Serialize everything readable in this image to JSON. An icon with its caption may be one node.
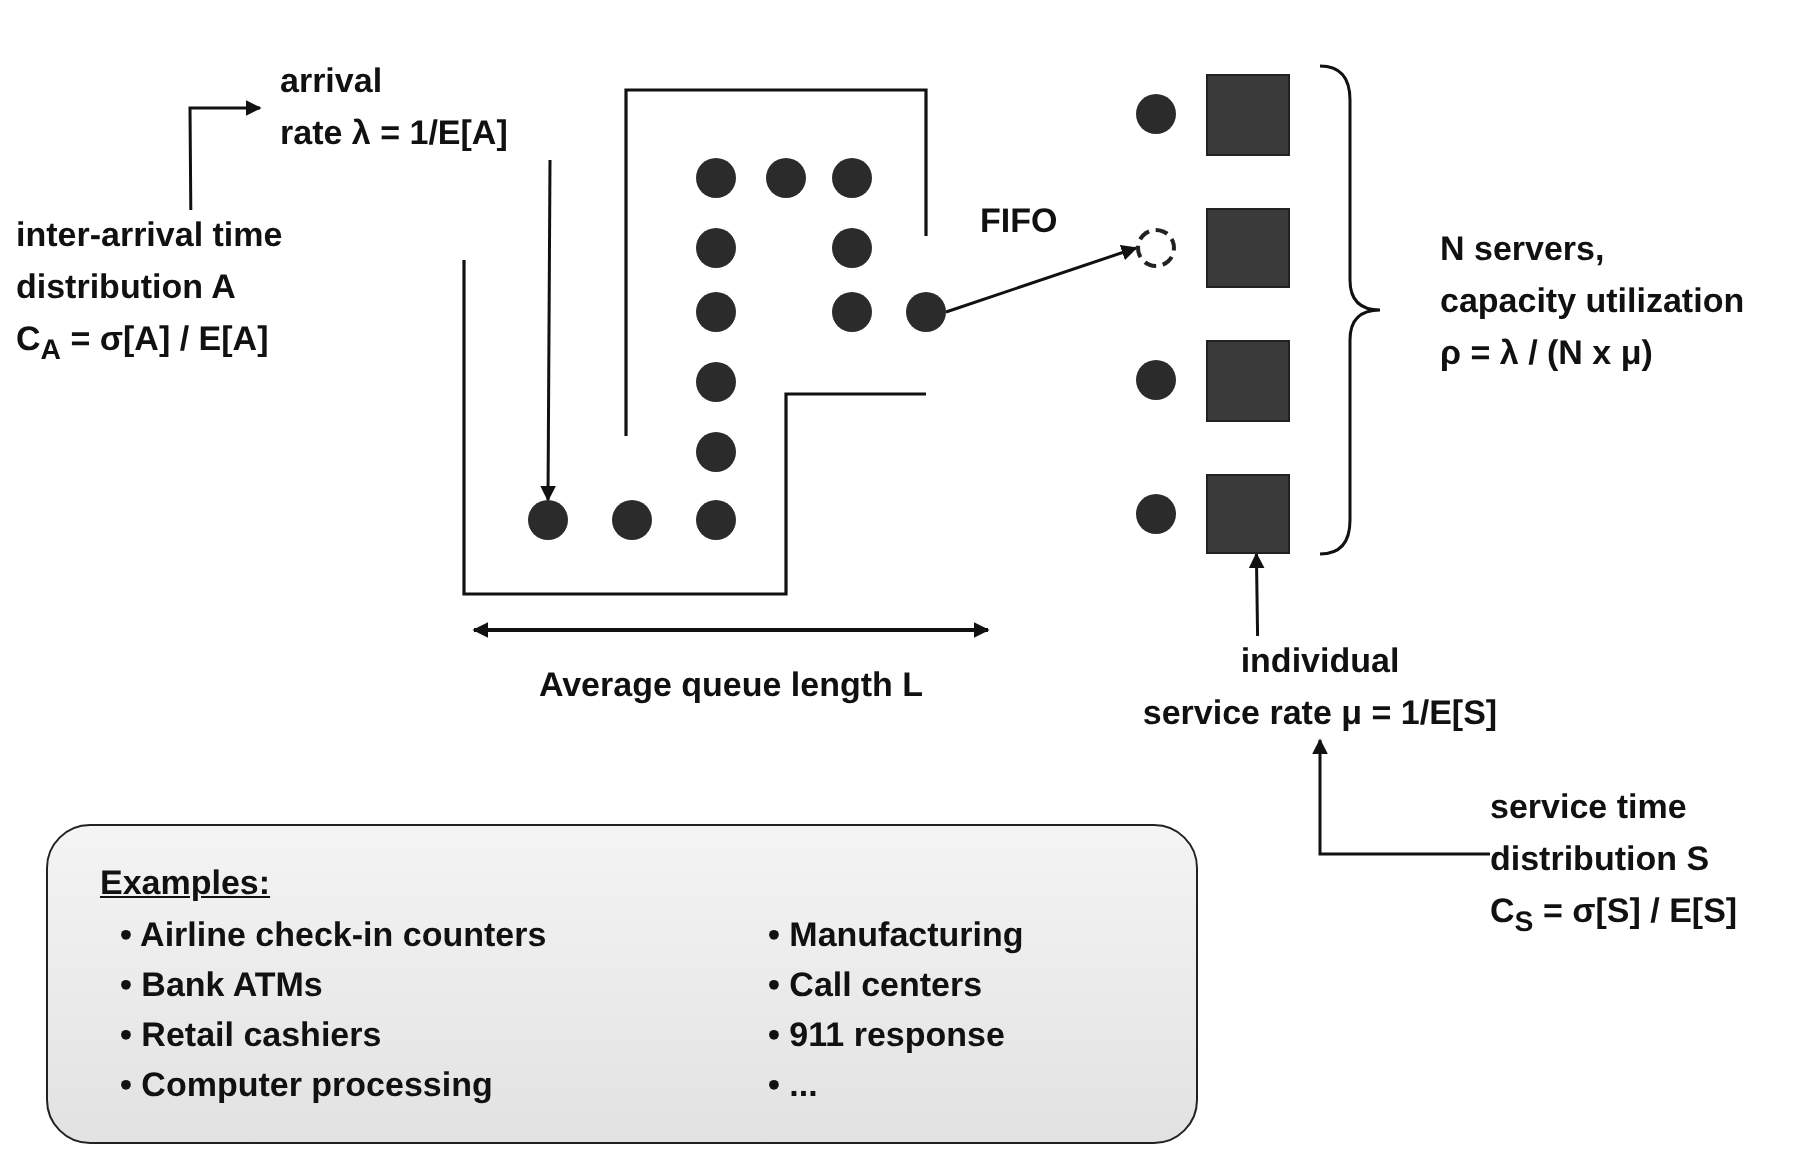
{
  "diagram": {
    "nodes": [
      {
        "text": [
          "inter-arrival time distribution A C$_{A}$ = σ[A] / E[A]"
        ]
      },
      {
        "text": [
          "arrival rate λ = 1/E[A]"
        ]
      },
      {
        "text": [],
        "shape": "circle"
      },
      {
        "text": [],
        "shape": "circle"
      },
      {
        "text": [],
        "shape": "box"
      },
      {
        "text": [],
        "shape": "circle"
      },
      {
        "text": [],
        "shape": "box"
      },
      {
        "text": [],
        "shape": "box"
      },
      {
        "text": [],
        "shape": "box"
      },
      {
        "text": [
          "individual service rate μ = 1/E[S]"
        ]
      },
      {
        "text": [
          "service time distribution S C$_{S}$ = σ[S] / E[S]"
        ]
      },
      {
        "text": [
          "Examples:",
          "• Airline check-in counters",
          "• Bank ATMs",
          "• Retail cashiers",
          "• Computer processing",
          "• Manufacturing",
          "• Call centers",
          "• 911 response",
          "• ..."
        ]
      }
    ],
    "edges": [
      {
        "from": 0,
        "to": 1,
        "arrow": "to"
      },
      {
        "from": 1,
        "to": 2,
        "arrow": "to"
      },
      {
        "from": 3,
        "to": 5,
        "arrow": "to",
        "label": "FIFO"
      },
      {
        "from": 9,
        "to": 8,
        "arrow": "to"
      },
      {
        "from": 10,
        "to": 9,
        "arrow": "to"
      }
    ],
    "labels": [
      "N servers, capacity utilization ρ = λ / (N x μ)",
      "Average queue length L"
    ]
  }
}
